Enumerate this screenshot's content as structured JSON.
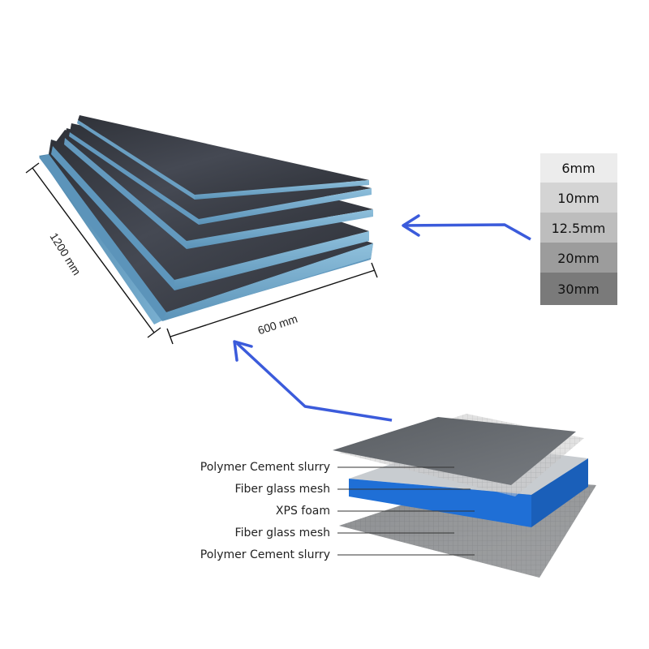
{
  "dimensions": {
    "length": "1200 mm",
    "width": "600 mm"
  },
  "thickness_options": [
    "6mm",
    "10mm",
    "12.5mm",
    "20mm",
    "30mm"
  ],
  "layers": [
    "Polymer Cement slurry",
    "Fiber glass mesh",
    "XPS foam",
    "Fiber glass mesh",
    "Polymer Cement slurry"
  ],
  "colors": {
    "arrow": "#3b5bdb",
    "xps_blue": "#1f6fd6",
    "board_face": "#3a3d45",
    "board_edge": "#6fa6c9"
  }
}
